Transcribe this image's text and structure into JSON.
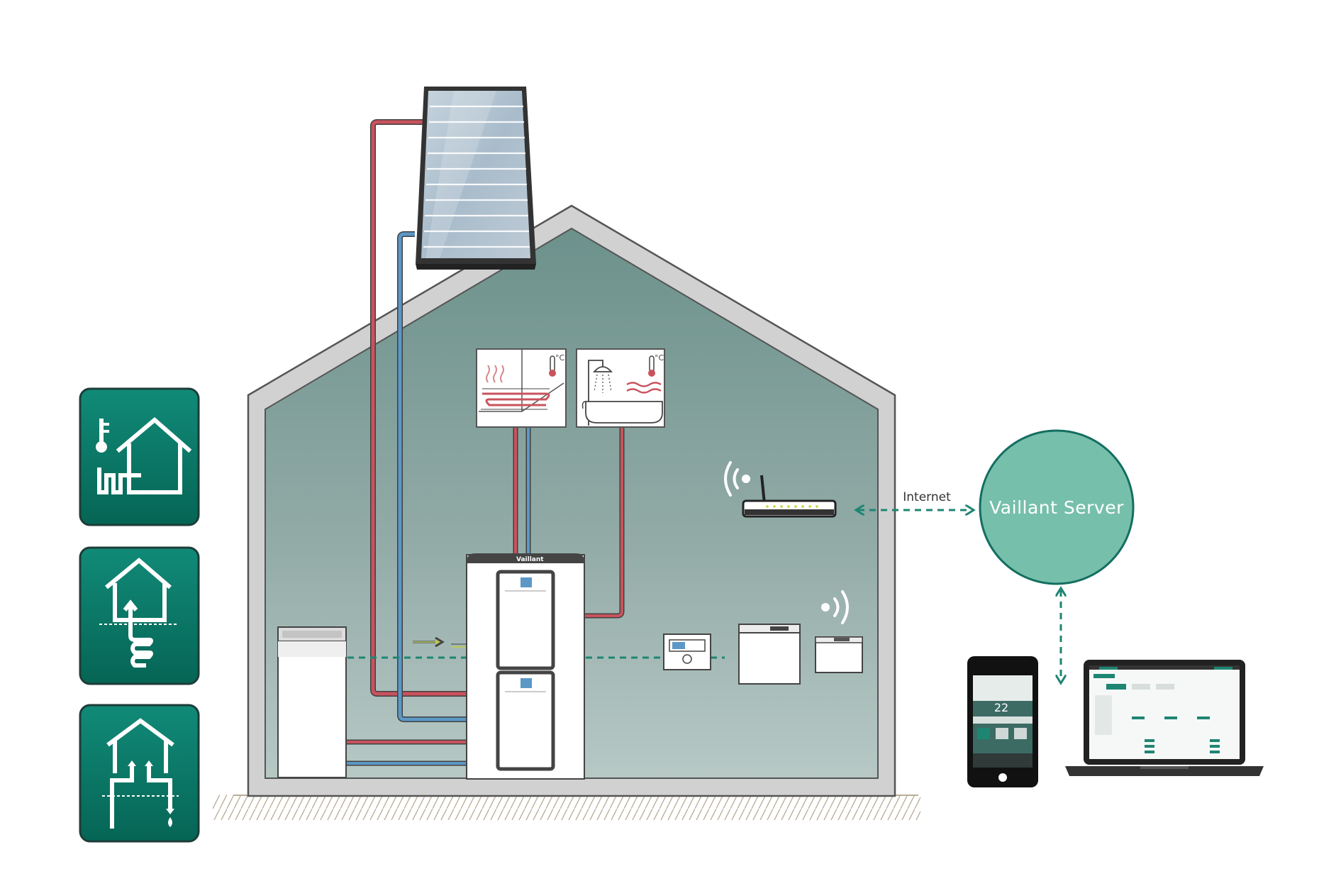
{
  "labels": {
    "internet": "Internet",
    "server": "Vaillant Server"
  },
  "devices": {
    "phone_temp": "22"
  },
  "icons": [
    "heating-house-icon",
    "ground-source-house-icon",
    "water-source-house-icon"
  ],
  "colors": {
    "teal": "#0b7f6e",
    "server": "#76bfaa",
    "pipe_hot": "#c9535d",
    "pipe_cold": "#5b98c6",
    "link": "#1e8573"
  }
}
